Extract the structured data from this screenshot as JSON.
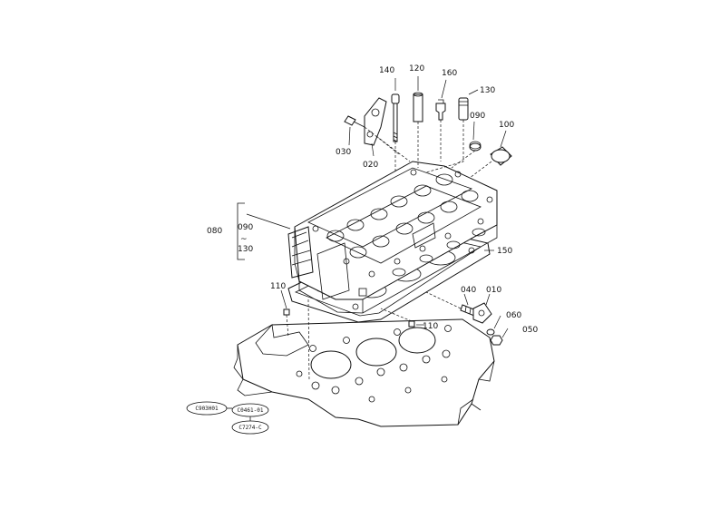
{
  "callouts": {
    "c010": "010",
    "c020": "020",
    "c030": "030",
    "c040": "040",
    "c050": "050",
    "c060": "060",
    "c080": "080",
    "c090": "090",
    "c090b": "090",
    "c100": "100",
    "c110a": "110",
    "c110b": "110",
    "c120": "120",
    "c130": "130",
    "c130b": "130",
    "c140": "140",
    "c150": "150",
    "c160": "160",
    "range_tilde": "~"
  },
  "reference_codes": {
    "left": "C903H01",
    "center": "C0461-01",
    "bottom": "C7274-C"
  }
}
